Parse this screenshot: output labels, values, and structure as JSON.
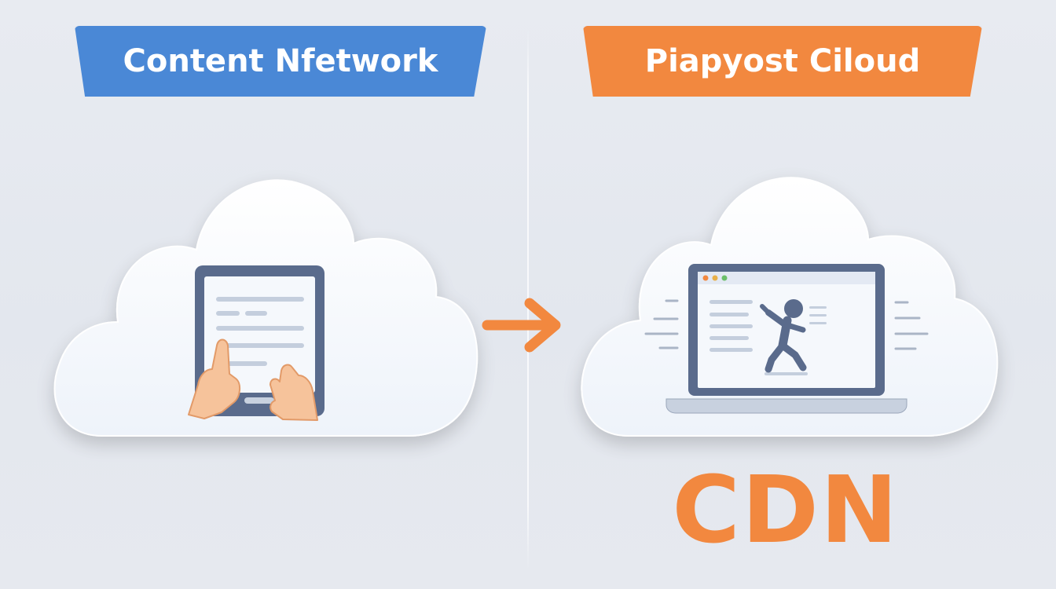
{
  "left_panel": {
    "banner_text": "Content Nfetwork",
    "banner_color": "#4a88d6"
  },
  "right_panel": {
    "banner_text": "Piapyost Ciloud",
    "banner_color": "#f2883f",
    "footer_text": "CDN"
  },
  "icons": {
    "left_cloud": "cloud-icon",
    "tablet": "tablet-icon",
    "hands": "hands-icon",
    "arrow": "arrow-right-icon",
    "right_cloud": "cloud-icon",
    "laptop": "laptop-icon",
    "person": "person-running-icon"
  },
  "colors": {
    "accent_orange": "#f2883f",
    "accent_blue": "#4a88d6",
    "device_frame": "#5a6b8c"
  }
}
